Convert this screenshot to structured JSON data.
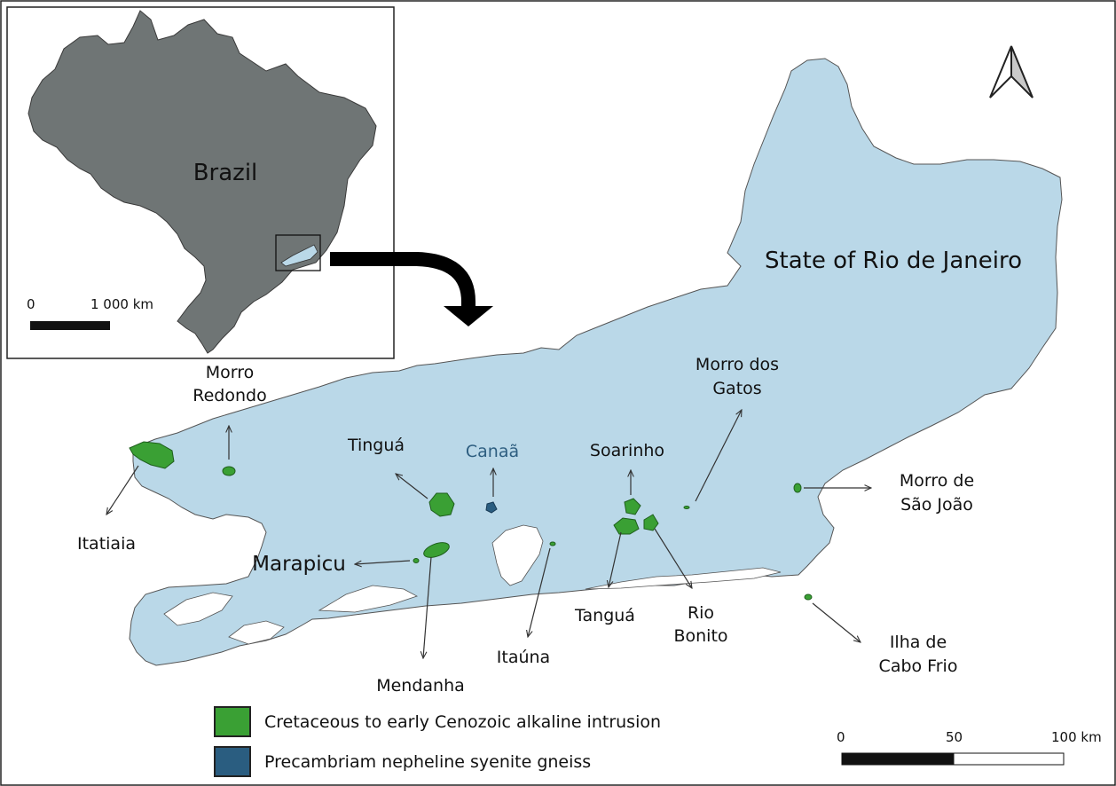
{
  "colors": {
    "state_fill": "#bad8e8",
    "intrusion_green": "#3aa034",
    "gneiss_blue": "#2a5d80",
    "brazil_fill": "#6f7575",
    "canaa_text": "#2e5e80"
  },
  "inset": {
    "country_label": "Brazil",
    "scalebar": {
      "start": "0",
      "end": "1 000 km"
    }
  },
  "state_label": "State of Rio de Janeiro",
  "north_arrow": "north-arrow-icon",
  "localities": {
    "morro_redondo": [
      "Morro",
      "Redondo"
    ],
    "tingua": "Tinguá",
    "canaa": "Canaã",
    "soarinho": "Soarinho",
    "morro_dos_gatos": [
      "Morro dos",
      "Gatos"
    ],
    "morro_sao_joao": [
      "Morro de",
      "São João"
    ],
    "itatiaia": "Itatiaia",
    "marapicu": "Marapicu",
    "mendanha": "Mendanha",
    "itauna": "Itaúna",
    "tangua": "Tanguá",
    "rio_bonito": [
      "Rio",
      "Bonito"
    ],
    "ilha_cabo_frio": [
      "Ilha de",
      "Cabo Frio"
    ]
  },
  "legend": [
    {
      "label": "Cretaceous to early Cenozoic alkaline intrusion",
      "color": "#3aa034"
    },
    {
      "label": "Precambriam nepheline syenite gneiss",
      "color": "#2a5d80"
    }
  ],
  "scalebar": {
    "ticks": [
      "0",
      "50",
      "100 km"
    ]
  }
}
